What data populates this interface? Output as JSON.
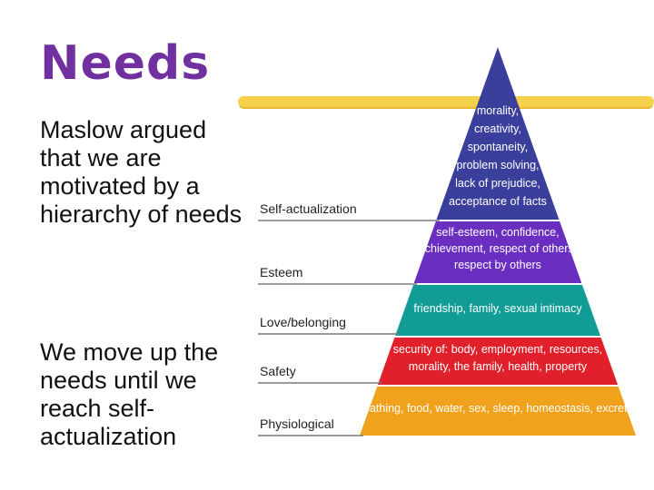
{
  "slide": {
    "title": "Needs",
    "bullets": [
      "Maslow argued that we are motivated by a hierarchy of needs",
      "We move up the needs until we reach self-actualization"
    ]
  },
  "pyramid": {
    "levels": [
      {
        "label": "Self-actualization",
        "color": "#3b3f9c",
        "lines": [
          "morality,",
          "creativity,",
          "spontaneity,",
          "problem solving,",
          "lack of prejudice,",
          "acceptance of facts"
        ]
      },
      {
        "label": "Esteem",
        "color": "#6a2fc0",
        "lines": [
          "self-esteem, confidence,",
          "achievement, respect of others,",
          "respect by others"
        ]
      },
      {
        "label": "Love/belonging",
        "color": "#129c96",
        "lines": [
          "friendship, family, sexual intimacy"
        ]
      },
      {
        "label": "Safety",
        "color": "#e0202a",
        "lines": [
          "security of: body, employment, resources,",
          "morality, the family, health, property"
        ]
      },
      {
        "label": "Physiological",
        "color": "#f0a21c",
        "lines": [
          "breathing, food, water, sex, sleep, homeostasis, excretion"
        ]
      }
    ]
  }
}
